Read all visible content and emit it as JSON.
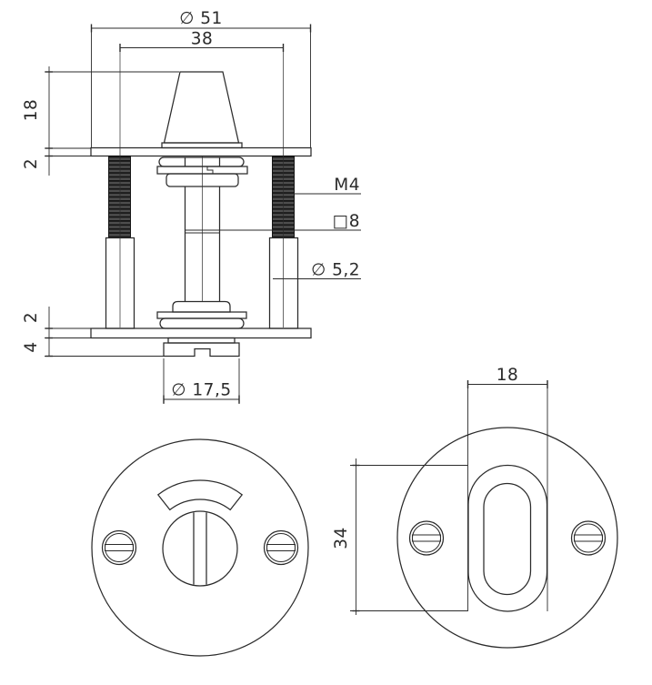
{
  "section_view": {
    "dims": {
      "overall_diameter": "∅ 51",
      "screw_spacing": "38",
      "knob_height": "18",
      "top_plate_thickness": "2",
      "thread": "M4",
      "spindle_square": "□8",
      "screw_hole_diameter": "∅ 5,2",
      "bottom_plate_thickness": "2",
      "boss_height": "4",
      "boss_diameter": "∅ 17,5"
    }
  },
  "front_view_oval": {
    "dims": {
      "oval_width": "18",
      "oval_height": "34"
    }
  },
  "colors": {
    "background": "#ffffff",
    "line": "#2b2b2b",
    "thread_dark": "#3f3f3f"
  }
}
